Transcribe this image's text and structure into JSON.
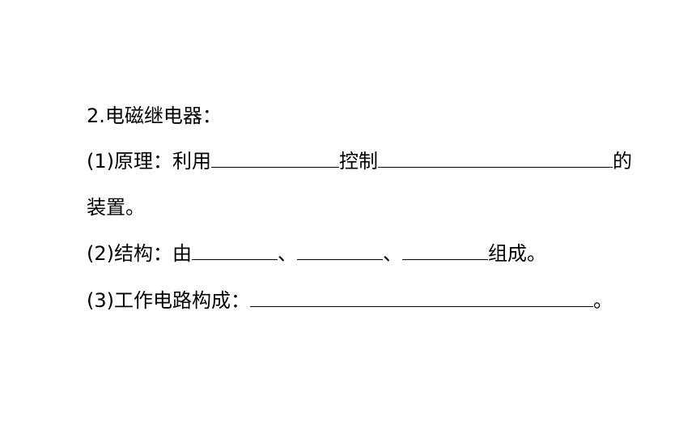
{
  "heading": "2.电磁继电器：",
  "item1": {
    "prefix": "(1)原理：利用",
    "middle": "控制",
    "suffix": "的",
    "continuation": "装置。"
  },
  "item2": {
    "prefix": "(2)结构：由",
    "sep1": "、",
    "sep2": "、",
    "suffix": "组成。"
  },
  "item3": {
    "prefix": "(3)工作电路构成：",
    "suffix": "。"
  }
}
